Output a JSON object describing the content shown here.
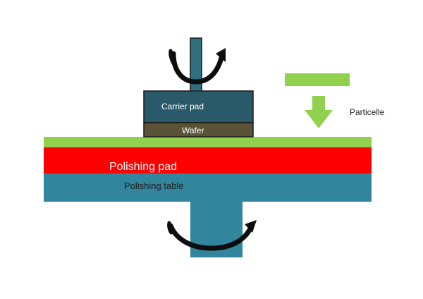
{
  "labels": {
    "carrier_pad": "Carrier pad",
    "wafer": "Wafer",
    "polishing_pad": "Polishing pad",
    "polishing_table": "Polishing table",
    "particle": "Particelle"
  },
  "colors": {
    "carrier": "#2a5a6a",
    "carrier_shaft": "#2f6f80",
    "wafer": "#5a5335",
    "slurry_layer": "#92d050",
    "polishing_pad": "#ff0000",
    "polishing_table": "#31859c",
    "particle": "#92d050",
    "rotation_arrow": "#0d0d0d",
    "outline": "#1a1a1a"
  },
  "icons": {
    "top_rotation": "rotation-arrow-icon",
    "bottom_rotation": "rotation-arrow-icon",
    "particle_feed": "down-arrow-icon"
  }
}
